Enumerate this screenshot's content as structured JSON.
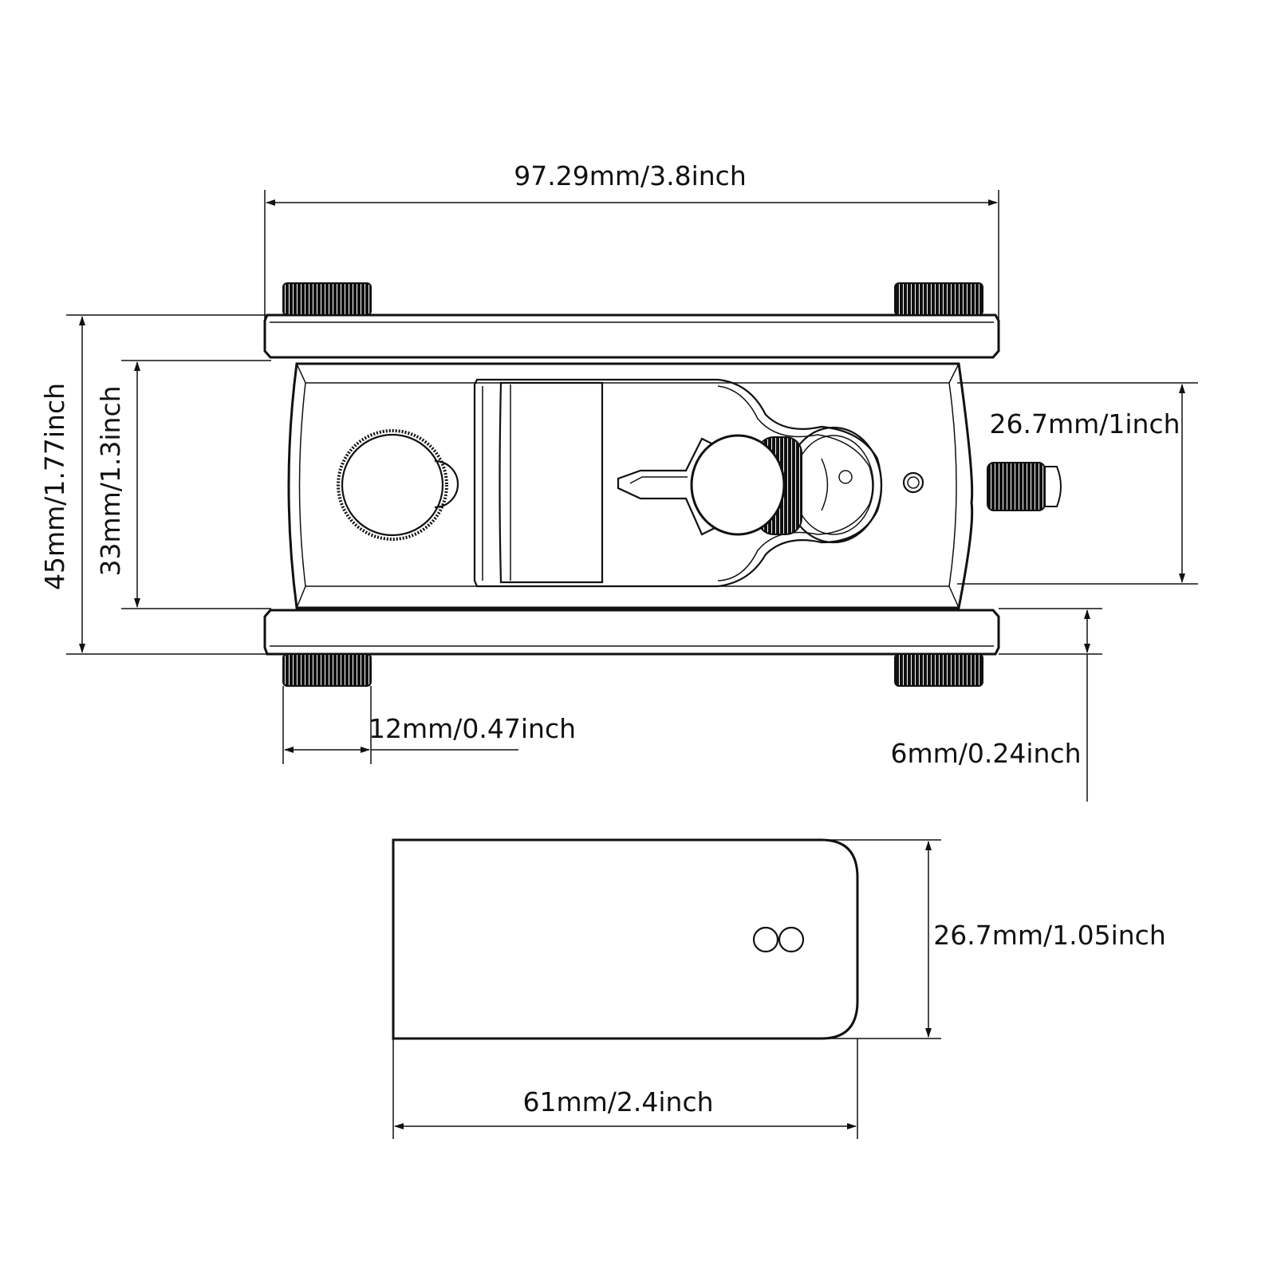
{
  "dimensions": {
    "overall_width": "97.29mm/3.8inch",
    "overall_height": "45mm/1.77inch",
    "body_height": "33mm/1.3inch",
    "blade_width": "26.7mm/1inch",
    "foot_width": "12mm/0.47inch",
    "base_thickness": "6mm/0.24inch",
    "blade_height": "26.7mm/1.05inch",
    "blade_length": "61mm/2.4inch"
  },
  "colors": {
    "line": "#111111",
    "background": "#ffffff"
  }
}
